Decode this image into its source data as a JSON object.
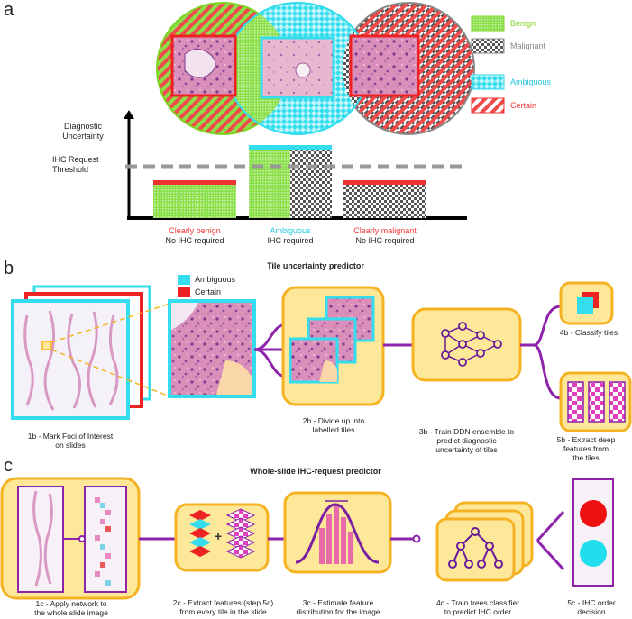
{
  "panels": {
    "a": "a",
    "b": "b",
    "c": "c"
  },
  "legend_a": {
    "benign": "Benign",
    "malignant": "Malignant",
    "ambiguous": "Ambiguous",
    "certain": "Certain"
  },
  "axis": {
    "ylabel_line1": "Diagnostic",
    "ylabel_line2": "Uncertainty",
    "threshold_line1": "IHC Request",
    "threshold_line2": "Threshold"
  },
  "bars": [
    {
      "title": "Clearly benign",
      "sub": "No IHC required"
    },
    {
      "title": "Ambiguous",
      "sub": "IHC required"
    },
    {
      "title": "Clearly malignant",
      "sub": "No IHC required"
    }
  ],
  "section_b": {
    "title": "Tile uncertainty predictor",
    "legend_ambiguous": "Ambiguous",
    "legend_certain": "Certain",
    "step1": [
      "1b - Mark Foci of Interest",
      "on slides"
    ],
    "step2": [
      "2b - Divide up into",
      "labelled tiles"
    ],
    "step3": [
      "3b -  Train DDN ensemble to",
      "predict diagnostic",
      "uncertainty of tiles"
    ],
    "step4": "4b - Classify tiles",
    "step5": [
      "5b - Extract deep",
      "features from",
      "the tiles"
    ]
  },
  "section_c": {
    "title": "Whole-slide IHC-request predictor",
    "step1": [
      "1c - Apply network to",
      "the whole slide image"
    ],
    "step2": [
      "2c - Extract features (step 5c)",
      "from every tile in the slide"
    ],
    "step3": [
      "3c - Estimate feature",
      "distribution for the image"
    ],
    "step4": [
      "4c - Train trees classifier",
      "to predict IHC order"
    ],
    "step5": [
      "5c - IHC order",
      "decision"
    ]
  },
  "colors": {
    "benign": "#7ed321",
    "malignant": "#888888",
    "ambiguous": "#33ddee",
    "certain": "#ee3333",
    "accent_purple": "#8e24aa",
    "box_fill": "#fde89a",
    "box_stroke": "#f5b223",
    "threshold": "#999999"
  }
}
